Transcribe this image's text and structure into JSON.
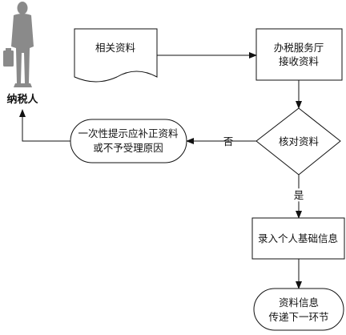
{
  "actor": {
    "label": "纳税人",
    "icon": "businessman-icon"
  },
  "nodes": {
    "documents": {
      "label": "相关资料",
      "shape": "document"
    },
    "receive": {
      "line1": "办税服务厅",
      "line2": "接收资料",
      "shape": "process"
    },
    "check": {
      "label": "核对资料",
      "shape": "decision"
    },
    "notify": {
      "line1": "一次性提示应补正资料",
      "line2": "或不予受理原因",
      "shape": "terminator"
    },
    "record": {
      "label": "录入个人基础信息",
      "shape": "process"
    },
    "transfer": {
      "line1": "资料信息",
      "line2": "传递下一环节",
      "shape": "terminator"
    }
  },
  "edges": {
    "no_label": "否",
    "yes_label": "是"
  },
  "colors": {
    "line": "#111111",
    "actor": "#8a8a8a",
    "fill": "#ffffff"
  }
}
